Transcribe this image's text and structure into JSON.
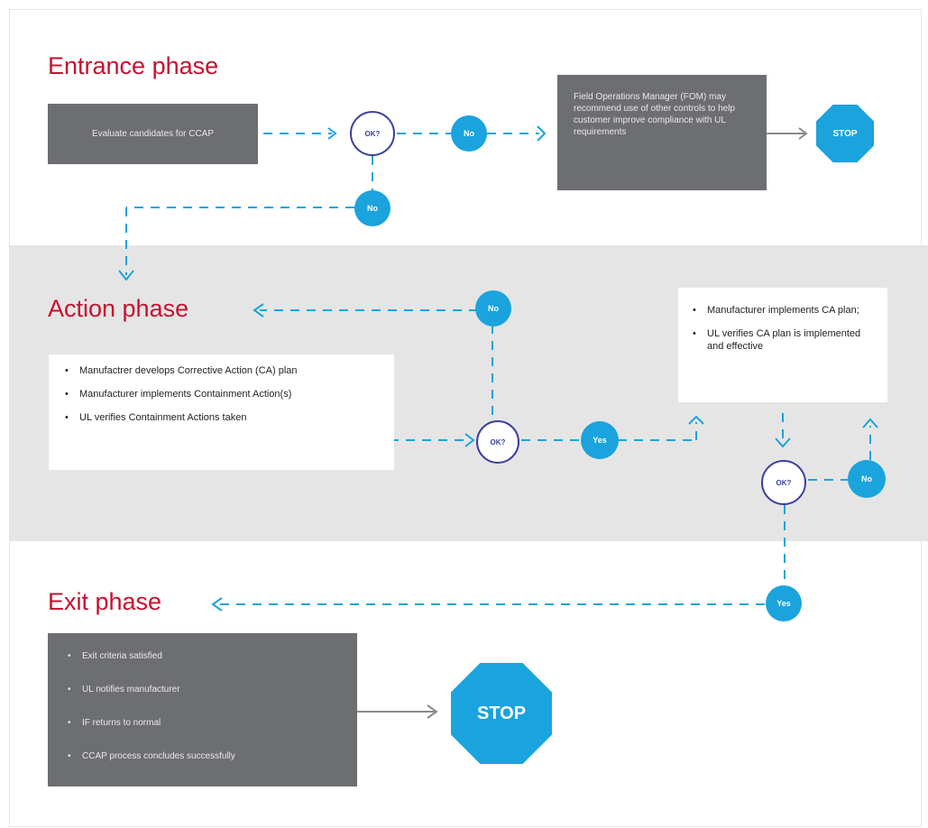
{
  "phases": {
    "entrance": "Entrance phase",
    "action": "Action phase",
    "exit": "Exit phase"
  },
  "entrance": {
    "evaluate_label": "Evaluate candidates for CCAP",
    "fom_text": "Field Operations Manager (FOM) may recommend use of other controls to help customer improve compliance with UL requirements"
  },
  "action": {
    "items": [
      "Manufactrer develops Corrective Action (CA) plan",
      "Manufacturer implements Containment Action(s)",
      "UL verifies Containment Actions taken"
    ],
    "ca_items": [
      "Manufacturer implements CA plan;",
      "UL verifies CA plan is implemented and effective"
    ]
  },
  "exit": {
    "items": [
      "Exit criteria satisfied",
      "UL notifies manufacturer",
      "IF returns to normal",
      "CCAP process concludes successfully"
    ]
  },
  "decisions": {
    "ok": "OK?",
    "no": "No",
    "yes": "Yes"
  },
  "stop_label": "STOP",
  "colors": {
    "phase_title": "#c8102e",
    "accent_blue": "#1aa3dd",
    "decision_outline": "#3b3fa0",
    "grey_box": "#6d6e71",
    "band": "#e5e5e5"
  }
}
